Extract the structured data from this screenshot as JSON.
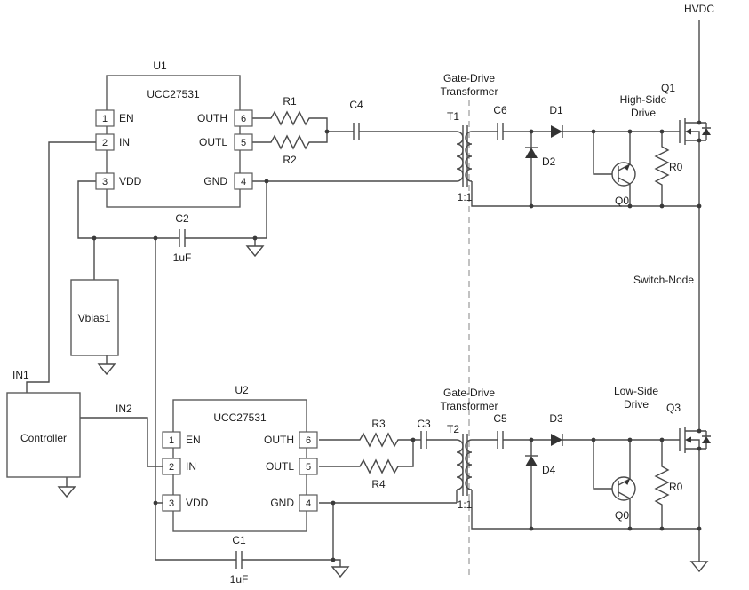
{
  "schematic": {
    "hvdc_label": "HVDC",
    "switch_node_label": "Switch-Node",
    "high_side_line1": "High-Side",
    "high_side_line2": "Drive",
    "low_side_line1": "Low-Side",
    "low_side_line2": "Drive",
    "gdt_line1": "Gate-Drive",
    "gdt_line2": "Transformer",
    "controller_label": "Controller",
    "vbias_label": "Vbias1",
    "net_in1": "IN1",
    "net_in2": "IN2",
    "u1": {
      "ref": "U1",
      "part": "UCC27531",
      "pins": [
        {
          "num": "1",
          "name": "EN"
        },
        {
          "num": "2",
          "name": "IN"
        },
        {
          "num": "3",
          "name": "VDD"
        },
        {
          "num": "4",
          "name": "GND"
        },
        {
          "num": "5",
          "name": "OUTL"
        },
        {
          "num": "6",
          "name": "OUTH"
        }
      ]
    },
    "u2": {
      "ref": "U2",
      "part": "UCC27531",
      "pins": [
        {
          "num": "1",
          "name": "EN"
        },
        {
          "num": "2",
          "name": "IN"
        },
        {
          "num": "3",
          "name": "VDD"
        },
        {
          "num": "4",
          "name": "GND"
        },
        {
          "num": "5",
          "name": "OUTL"
        },
        {
          "num": "6",
          "name": "OUTH"
        }
      ]
    },
    "t1": {
      "ref": "T1",
      "ratio": "1:1"
    },
    "t2": {
      "ref": "T2",
      "ratio": "1:1"
    },
    "r1": "R1",
    "r2": "R2",
    "r3": "R3",
    "r4": "R4",
    "r0_high": "R0",
    "r0_low": "R0",
    "c1": {
      "ref": "C1",
      "value": "1uF"
    },
    "c2": {
      "ref": "C2",
      "value": "1uF"
    },
    "c3": "C3",
    "c4": "C4",
    "c5": "C5",
    "c6": "C6",
    "d1": "D1",
    "d2": "D2",
    "d3": "D3",
    "d4": "D4",
    "q0_high": "Q0",
    "q0_low": "Q0",
    "q1": "Q1",
    "q3": "Q3"
  }
}
